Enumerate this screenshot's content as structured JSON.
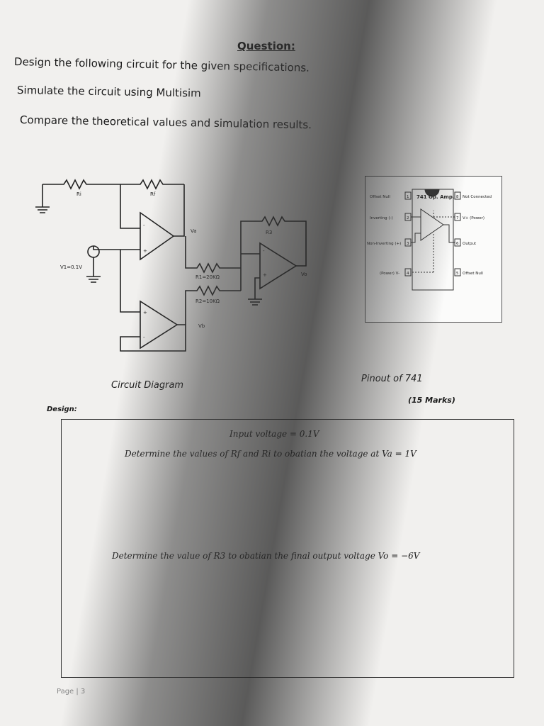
{
  "question": {
    "title": "Question:",
    "lines": [
      "Design the following circuit for the given specifications.",
      "Simulate the circuit using Multisim",
      "Compare the theoretical values and simulation results."
    ]
  },
  "circuit": {
    "labels": {
      "ri": "Ri",
      "rf": "Rf",
      "va": "Va",
      "r3": "R3",
      "v1": "V1=0.1V",
      "r1": "R1=20KΩ",
      "r2": "R2=10KΩ",
      "vo": "Vo",
      "vb": "Vb",
      "plus": "+",
      "minus": "-"
    },
    "caption": "Circuit Diagram"
  },
  "pinout": {
    "title": "741 Op. Amp.",
    "left_pins": [
      "Offset Null",
      "Inverting (-)",
      "Non-Inverting (+)",
      "(Power) V-"
    ],
    "left_numbers": [
      "1",
      "2",
      "3",
      "4"
    ],
    "right_pins": [
      "Not Connected",
      "V+ (Power)",
      "Output",
      "Offset Null"
    ],
    "right_numbers": [
      "8",
      "7",
      "6",
      "5"
    ],
    "caption": "Pinout of 741"
  },
  "marks": "(15 Marks)",
  "design": {
    "label": "Design:",
    "input_voltage": "Input voltage = 0.1V",
    "rf_question": "Determine the values of Rf and Ri to obatian the voltage at Va = 1V",
    "r3_question": "Determine the value of R3 to obatian the final output voltage Vo = −6V"
  },
  "page": "Page | 3"
}
